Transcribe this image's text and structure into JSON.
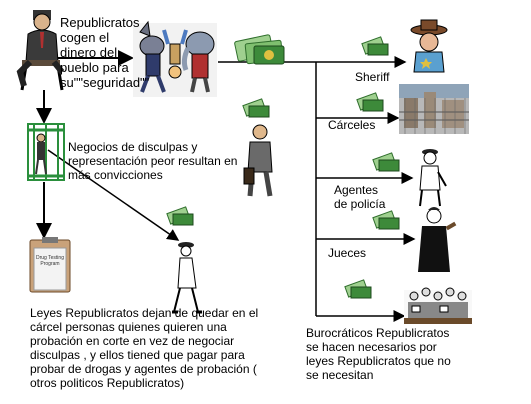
{
  "top_caption": {
    "lines": [
      "Republicratos",
      "cogen el",
      "dinero del",
      "pueblo para",
      "su\"\"seguridad\"\""
    ]
  },
  "middle_caption": {
    "lines": [
      "Negocios de disculpas y",
      "representación peor resultan en",
      "más convicciones"
    ]
  },
  "bottom_caption": {
    "lines": [
      "Leyes Republicratos dejan de quedar en el",
      "cárcel personas quienes quieren una",
      "probación en corte en vez de negociar",
      "disculpas , y ellos tiened que pagar para",
      "probar de drogas y agentes de probación (",
      "otros politicos Republicratos)"
    ]
  },
  "bureau_caption": {
    "lines": [
      "Burocráticos Republicratos",
      "se hacen necesarios por",
      "leyes Republicratos que no",
      "se necesitan"
    ]
  },
  "branches": {
    "sheriff": "Sheriff",
    "jails": "Cárceles",
    "police": [
      "Agentes",
      "de policía"
    ],
    "judges": "Jueces"
  },
  "clipboard_text": [
    "Drug Testing",
    "Program"
  ],
  "colors": {
    "money": "#3d8a3a",
    "money_light": "#9fd08f",
    "bars": "#2a8f3c",
    "line": "#000000"
  }
}
